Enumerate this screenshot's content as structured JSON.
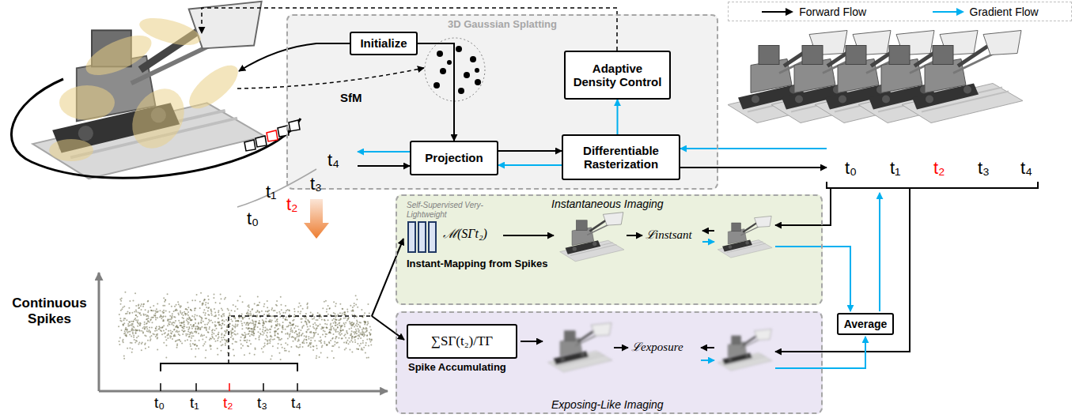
{
  "diagram": {
    "nodes": [
      {
        "text": [
          "3D Gaussian Splatting"
        ]
      },
      {
        "text": [
          "Initialize"
        ],
        "in": 0
      },
      {
        "text": [
          "Adaptive Density Control"
        ],
        "in": 0
      },
      {
        "text": [
          "Projection"
        ],
        "in": 0
      },
      {
        "text": [
          "Differentiable Rasterization"
        ],
        "in": 0
      },
      {
        "text": [
          "Instantaneous Imaging"
        ]
      },
      {
        "text": [
          "Self-Supervised Very-Lightweight",
          "Instant-Mapping from Spikes"
        ],
        "in": 5
      },
      {
        "text": [
          "Exposing-Like Imaging"
        ]
      },
      {
        "text": [
          "∑SΓ(t₂)/TΓ",
          "Spike Accumulating"
        ],
        "in": 7
      },
      {
        "text": [
          "Average"
        ]
      }
    ],
    "edges": [
      {
        "from": 1,
        "to": 3,
        "arrow": "to"
      },
      {
        "from": 3,
        "to": 4,
        "arrow": "to"
      },
      {
        "from": 4,
        "to": 3,
        "arrow": "to"
      },
      {
        "from": 4,
        "to": 2,
        "arrow": "to"
      }
    ],
    "labels": [
      "SfM",
      "t₄",
      "t₃",
      "t₂",
      "t₁",
      "t₀",
      "t₀",
      "t₁",
      "t₂",
      "t₃",
      "t₄",
      "Continuous Spikes",
      "t₀",
      "t₁",
      "t₂",
      "t₃",
      "t₄",
      "ℳ(SΓt₂)",
      "ℒinstsant",
      "ℒexposure"
    ],
    "legend": [
      {
        "text": "Forward Flow"
      },
      {
        "text": "Gradient Flow"
      }
    ]
  }
}
